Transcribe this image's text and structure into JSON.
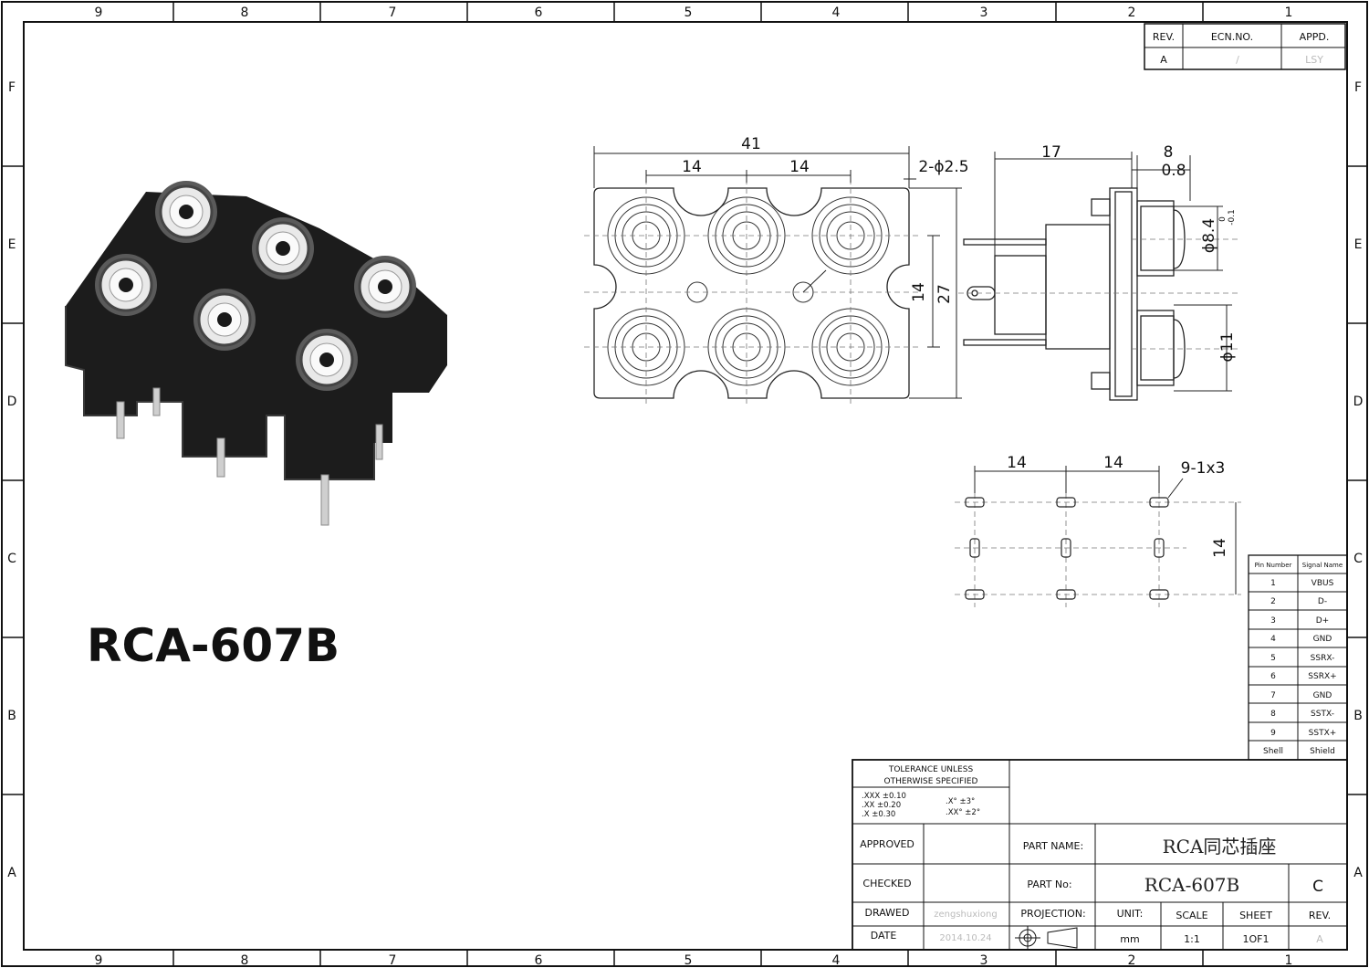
{
  "border": {
    "columns": [
      "9",
      "8",
      "7",
      "6",
      "5",
      "4",
      "3",
      "2",
      "1"
    ],
    "rows": [
      "F",
      "E",
      "D",
      "C",
      "B",
      "A"
    ]
  },
  "revision": {
    "headers": [
      "REV.",
      "ECN.NO.",
      "APPD."
    ],
    "values": [
      "A",
      "/",
      "LSY"
    ]
  },
  "part_title": "RCA-607B",
  "dimensions": {
    "overall_width": "41",
    "pitch_left": "14",
    "pitch_right": "14",
    "mount_holes": "2-ϕ2.5",
    "row_pitch": "14",
    "overall_height": "27",
    "depth": "17",
    "front": "8",
    "flange": "0.8",
    "inner_dia": "ϕ8.4",
    "tol_upper": "0",
    "tol_lower": "-0.1",
    "outer_dia": "ϕ11",
    "pcb_pitch_left": "14",
    "pcb_pitch_right": "14",
    "pcb_slots": "9-1x3",
    "pcb_row_pitch": "14"
  },
  "pin_table": {
    "headers": [
      "Pin Number",
      "Signal Name"
    ],
    "rows": [
      [
        "1",
        "VBUS"
      ],
      [
        "2",
        "D-"
      ],
      [
        "3",
        "D+"
      ],
      [
        "4",
        "GND"
      ],
      [
        "5",
        "SSRX-"
      ],
      [
        "6",
        "SSRX+"
      ],
      [
        "7",
        "GND"
      ],
      [
        "8",
        "SSTX-"
      ],
      [
        "9",
        "SSTX+"
      ],
      [
        "Shell",
        "Shield"
      ]
    ]
  },
  "title_block": {
    "tolerance_title_1": "TOLERANCE UNLESS",
    "tolerance_title_2": "OTHERWISE SPECIFIED",
    "tol_1": ".XXX  ±0.10",
    "tol_2": ".XX   ±0.20",
    "tol_3": ".X    ±0.30",
    "tol_4": ".X°   ±3°",
    "tol_5": ".XX°  ±2°",
    "approved": "APPROVED",
    "checked": "CHECKED",
    "drawed": "DRAWED",
    "drawed_by": "zengshuxiong",
    "date": "DATE",
    "date_value": "2014.10.24",
    "part_name_label": "PART NAME:",
    "part_name": "RCA同芯插座",
    "part_no_label": "PART No:",
    "part_no": "RCA-607B",
    "size": "C",
    "projection": "PROJECTION:",
    "unit_label": "UNIT:",
    "unit": "mm",
    "scale_label": "SCALE",
    "scale": "1:1",
    "sheet_label": "SHEET",
    "sheet": "1OF1",
    "rev_label": "REV.",
    "rev": "A"
  }
}
